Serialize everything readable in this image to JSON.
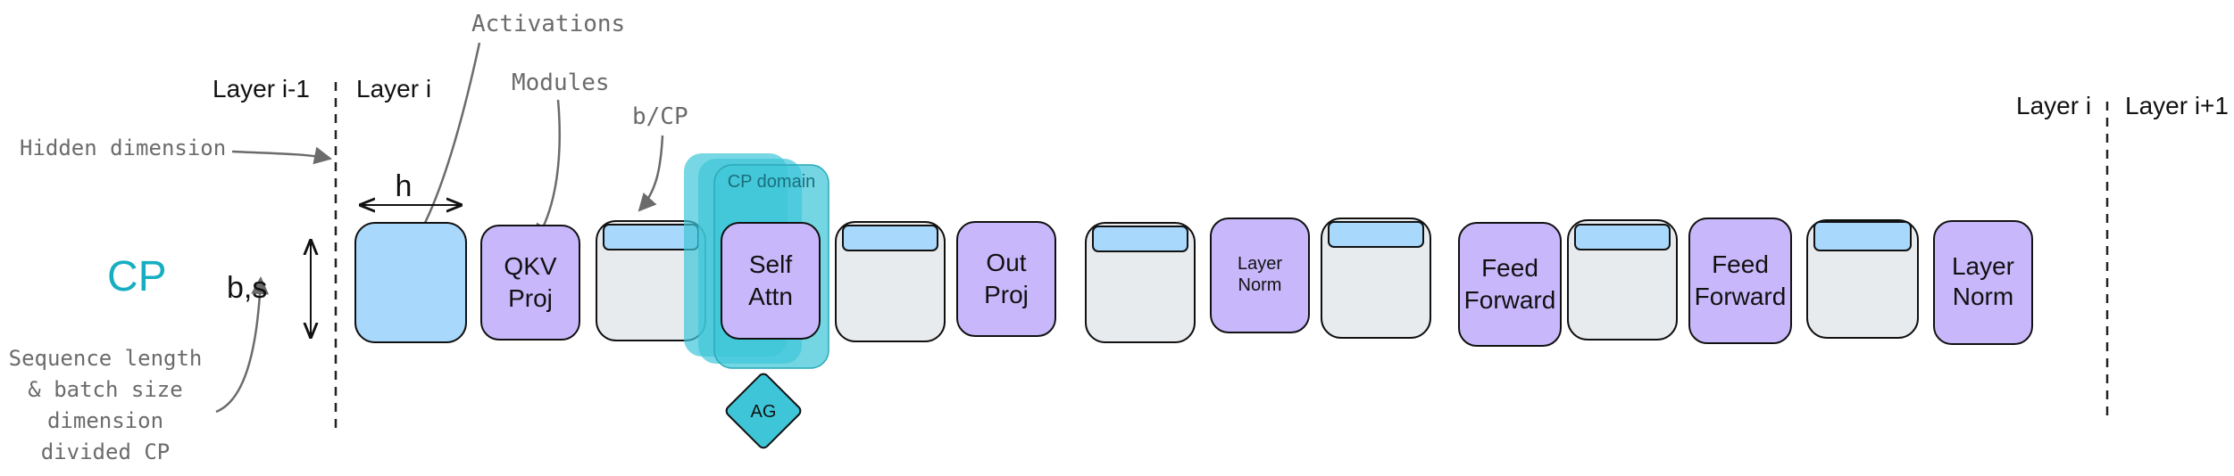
{
  "labels": {
    "activations": "Activations",
    "modules": "Modules",
    "b_cp": "b/CP",
    "hidden_dimension": "Hidden dimension",
    "seq_line1": "Sequence length",
    "seq_line2": "& batch size",
    "seq_line3": "dimension",
    "seq_line4": "divided CP",
    "layer_prev": "Layer i-1",
    "layer_i_left": "Layer i",
    "layer_i_right": "Layer i",
    "layer_next": "Layer i+1",
    "cp": "CP",
    "bs": "b,s",
    "h": "h",
    "cp_domain": "CP domain",
    "ag": "AG"
  },
  "modules": {
    "qkv_1": "QKV",
    "qkv_2": "Proj",
    "attn_1": "Self",
    "attn_2": "Attn",
    "out_1": "Out",
    "out_2": "Proj",
    "ln1_1": "Layer",
    "ln1_2": "Norm",
    "ff1_1": "Feed",
    "ff1_2": "Forward",
    "ff2_1": "Feed",
    "ff2_2": "Forward",
    "ln2_1": "Layer",
    "ln2_2": "Norm"
  },
  "colors": {
    "activation_full": "#a8d8fb",
    "activation_empty": "#e8ebee",
    "module": "#c8b8fb",
    "cp_domain": "#3ec6d8",
    "cp_text": "#17aec2"
  }
}
